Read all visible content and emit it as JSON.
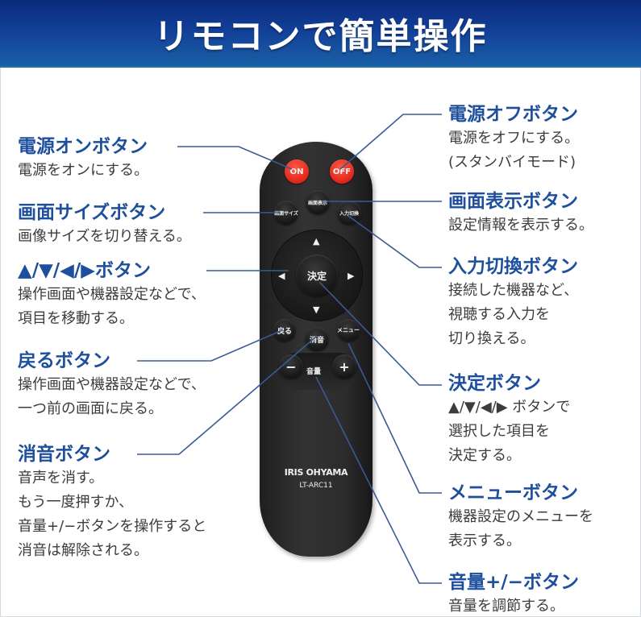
{
  "header": {
    "title": "リモコンで簡単操作"
  },
  "colors": {
    "header_top": "#0b2a7a",
    "header_bottom": "#1a5fa6",
    "title_blue": "#1d4f9c",
    "leader_line": "#3a5a94",
    "on_off_red": "#e2231a",
    "remote_body": "#2a2a2a"
  },
  "remote": {
    "buttons": {
      "on": "ON",
      "off": "OFF",
      "screen_size": "画面サイズ",
      "display": "画面表示",
      "input": "入力切換",
      "enter": "決定",
      "up": "▲",
      "down": "▼",
      "left": "◀",
      "right": "▶",
      "back": "戻る",
      "mute": "消音",
      "menu": "メニュー",
      "vol_minus": "−",
      "vol_plus": "+",
      "volume": "音量"
    },
    "brand": "IRIS OHYAMA",
    "model": "LT-ARC11"
  },
  "labels": {
    "left": [
      {
        "title": "電源オンボタン",
        "desc": [
          "電源をオンにする。"
        ]
      },
      {
        "title": "画面サイズボタン",
        "desc": [
          "画像サイズを切り替える。"
        ]
      },
      {
        "title": "▲/▼/◀/▶ボタン",
        "desc": [
          "操作画面や機器設定などで、",
          "項目を移動する。"
        ]
      },
      {
        "title": "戻るボタン",
        "desc": [
          "操作画面や機器設定などで、",
          "一つ前の画面に戻る。"
        ]
      },
      {
        "title": "消音ボタン",
        "desc": [
          "音声を消す。",
          "もう一度押すか、",
          "音量+/−ボタンを操作すると",
          "消音は解除される。"
        ]
      }
    ],
    "right": [
      {
        "title": "電源オフボタン",
        "desc": [
          "電源をオフにする。",
          "(スタンバイモード)"
        ]
      },
      {
        "title": "画面表示ボタン",
        "desc": [
          "設定情報を表示する。"
        ]
      },
      {
        "title": "入力切換ボタン",
        "desc": [
          "接続した機器など、",
          "視聴する入力を",
          "切り換える。"
        ]
      },
      {
        "title": "決定ボタン",
        "desc": [
          "▲/▼/◀/▶ ボタンで",
          "選択した項目を",
          "決定する。"
        ]
      },
      {
        "title": "メニューボタン",
        "desc": [
          "機器設定のメニューを",
          "表示する。"
        ]
      },
      {
        "title": "音量+/−ボタン",
        "desc": [
          "音量を調節する。"
        ]
      }
    ]
  }
}
